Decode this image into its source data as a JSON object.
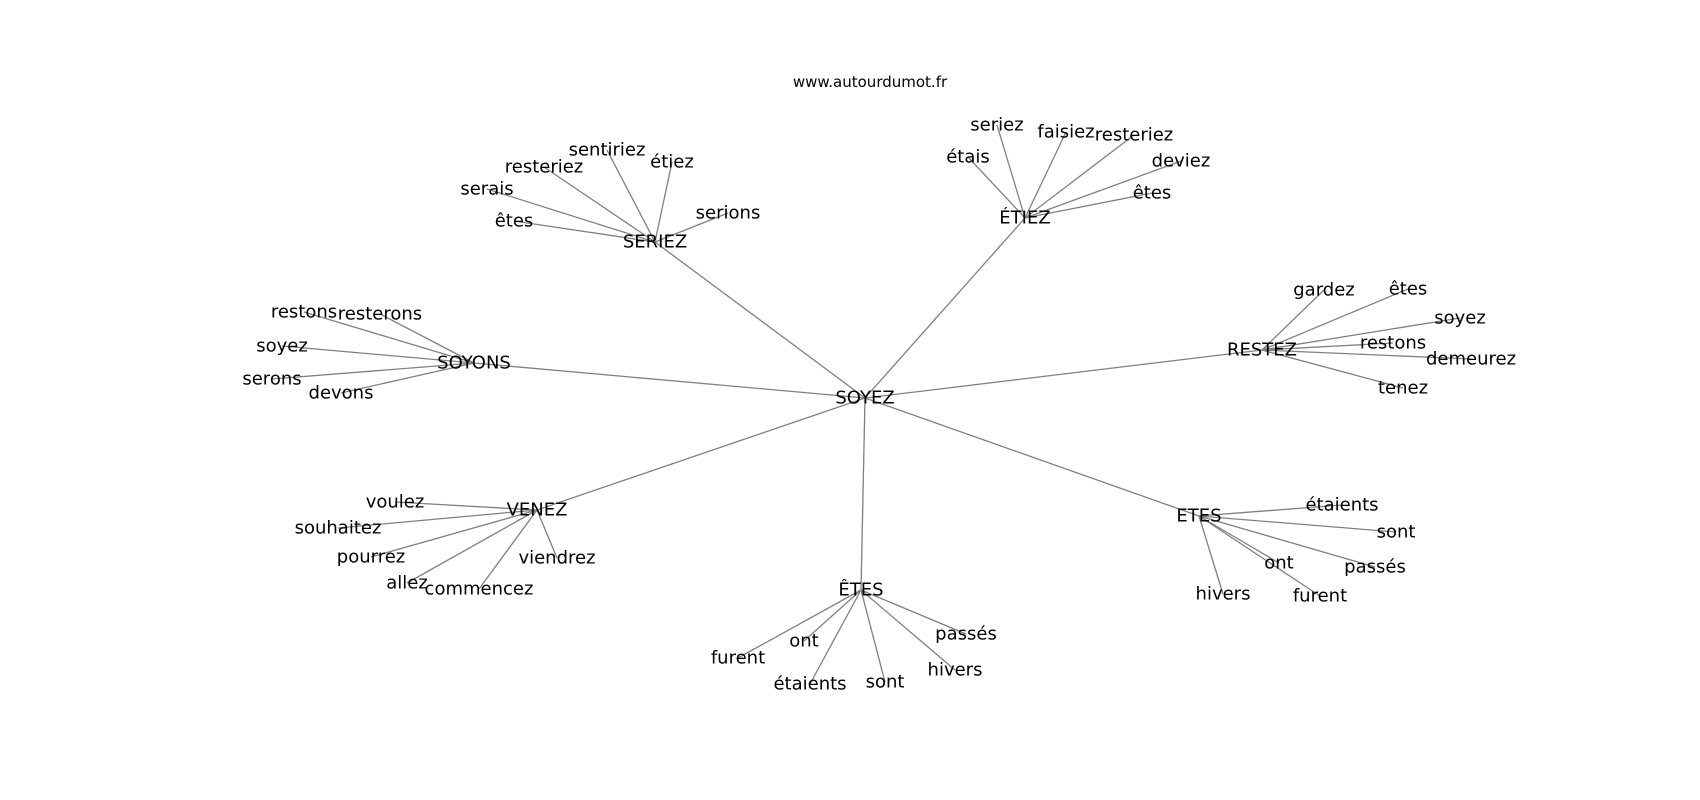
{
  "header": {
    "site": "www.autourdumot.fr"
  },
  "graph": {
    "center": "SOYEZ",
    "groups": [
      {
        "hub": "SERIEZ",
        "leaves": [
          "sentiriez",
          "étiez",
          "resteriez",
          "serais",
          "serions",
          "êtes"
        ]
      },
      {
        "hub": "ÉTIEZ",
        "leaves": [
          "seriez",
          "faisiez",
          "resteriez",
          "étais",
          "deviez",
          "êtes"
        ]
      },
      {
        "hub": "SOYONS",
        "leaves": [
          "restons",
          "resterons",
          "soyez",
          "serons",
          "devons"
        ]
      },
      {
        "hub": "RESTEZ",
        "leaves": [
          "gardez",
          "êtes",
          "soyez",
          "restons",
          "demeurez",
          "tenez"
        ]
      },
      {
        "hub": "VENEZ",
        "leaves": [
          "voulez",
          "souhaitez",
          "pourrez",
          "viendrez",
          "allez",
          "commencez"
        ]
      },
      {
        "hub": "ETES",
        "leaves": [
          "étaients",
          "sont",
          "ont",
          "passés",
          "hivers",
          "furent"
        ]
      },
      {
        "hub": "ÊTES",
        "leaves": [
          "passés",
          "ont",
          "furent",
          "hivers",
          "sont",
          "étaients"
        ]
      }
    ]
  }
}
